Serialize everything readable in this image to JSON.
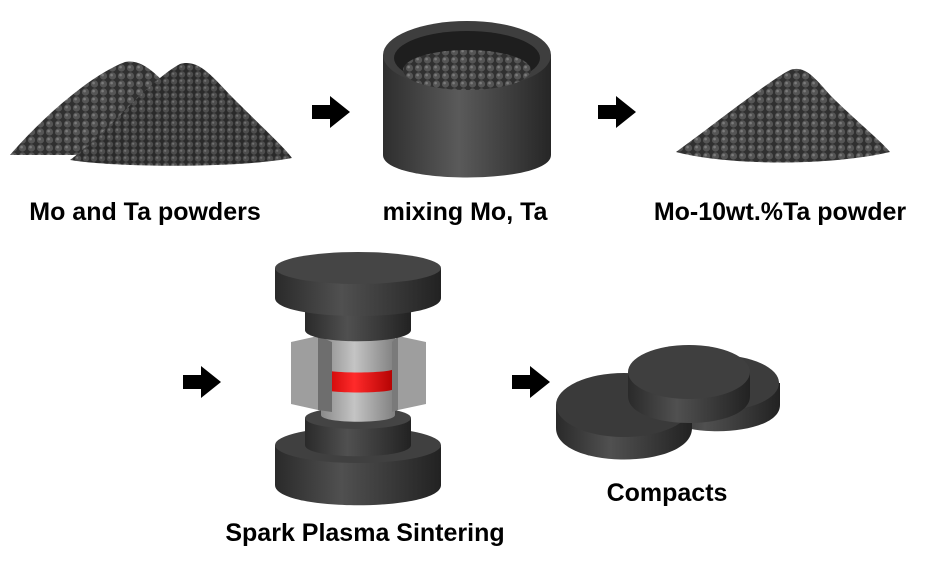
{
  "steps": {
    "powders": "Mo and Ta powders",
    "mixing": "mixing Mo, Ta",
    "mixed_powder": "Mo-10wt.%Ta powder",
    "sps": "Spark Plasma Sintering",
    "compacts": "Compacts"
  },
  "colors": {
    "background": "#ffffff",
    "arrow": "#000000",
    "particle": "#4a4a4a",
    "die_body": "#3a3a3a",
    "die_core": "#a8a8a8",
    "heating_zone": "#e01010"
  },
  "icons": [
    "right-arrow-icon",
    "powder-pile-icon",
    "crucible-icon",
    "sps-press-icon",
    "compact-disc-icon"
  ]
}
